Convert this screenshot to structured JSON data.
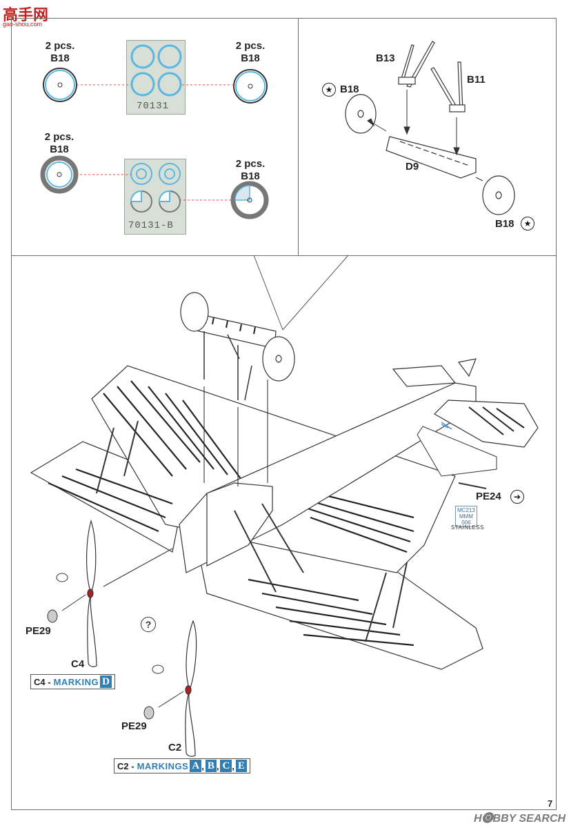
{
  "watermark_top": {
    "title": "高手网",
    "sub": "gao-shou.com"
  },
  "watermark_bottom": "H🅞BBY SEARCH",
  "page_number": "7",
  "left_panel": {
    "items": [
      {
        "qty": "2 pcs.",
        "part": "B18"
      },
      {
        "qty": "2 pcs.",
        "part": "B18"
      },
      {
        "qty": "2 pcs.",
        "part": "B18"
      },
      {
        "qty": "2 pcs.",
        "part": "B18"
      }
    ],
    "sheet_codes": [
      "70131",
      "70131-B"
    ]
  },
  "right_panel": {
    "labels": [
      "B13",
      "B11",
      "B18",
      "D9",
      "B18"
    ]
  },
  "main": {
    "pe24": "PE24",
    "mm_lines": [
      "MC213",
      "MMM",
      "006"
    ],
    "stainless": "STAINLESS",
    "pe29_a": "PE29",
    "pe29_b": "PE29",
    "c4": "C4",
    "c2": "C2",
    "help": "?",
    "marking_c4": {
      "prefix": "C4 -",
      "key": "MARKING",
      "letters": [
        "D"
      ]
    },
    "marking_c2": {
      "prefix": "C2 -",
      "key": "MARKINGS",
      "letters": [
        "A",
        "B",
        "C",
        "E"
      ]
    }
  }
}
